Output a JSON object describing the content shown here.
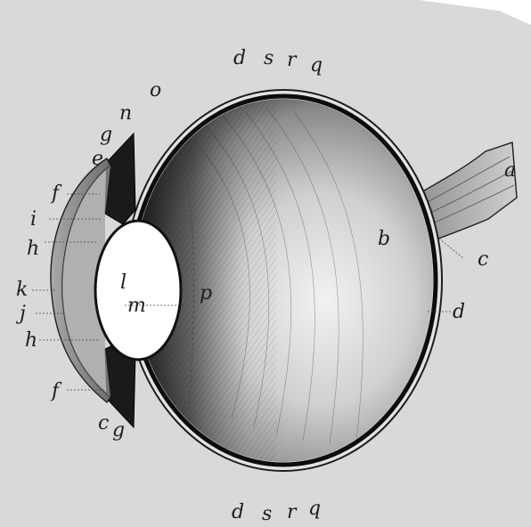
{
  "figure": {
    "labels": {
      "a": "a",
      "b": "b",
      "c": "c",
      "d": "d",
      "e": "e",
      "f": "f",
      "g": "g",
      "h": "h",
      "i": "i",
      "j": "j",
      "k": "k",
      "l": "l",
      "m": "m",
      "n": "n",
      "o": "o",
      "p": "p",
      "q": "q",
      "r": "r",
      "s": "s"
    },
    "colors": {
      "paper": "#d9d9d9",
      "ink": "#1e1e1e",
      "choroid": "#0d0d0d",
      "lens": "#ffffff"
    }
  }
}
